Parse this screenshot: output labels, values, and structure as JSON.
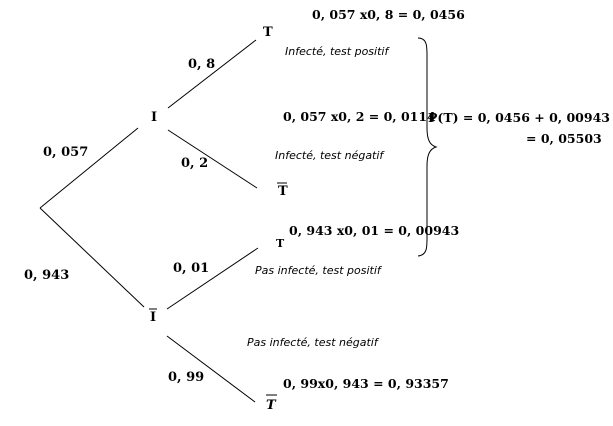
{
  "tree": {
    "probabilities": {
      "p_I": "0, 057",
      "p_notI": "0, 943",
      "p_T_given_I": "0, 8",
      "p_notT_given_I": "0, 2",
      "p_T_given_notI": "0, 01",
      "p_notT_given_notI": "0, 99"
    },
    "nodes": {
      "I": "I",
      "notI": "I",
      "T1": "T",
      "notT1": "T",
      "T2": "T",
      "notT2": "T"
    },
    "outcomes": {
      "o1": "Infecté, test positif",
      "o2": "Infecté, test négatif",
      "o3": "Pas infecté, test positif",
      "o4": "Pas infecté, test négatif"
    },
    "calculations": {
      "c1": "0, 057 x0, 8 = 0, 0456",
      "c2": "0, 057 x0, 2 = 0, 0114",
      "c3": "0, 943 x0, 01 = 0, 00943",
      "c4": "0, 99x0, 943 = 0, 93357"
    },
    "total": {
      "line1": "P(T) = 0, 0456 + 0, 00943",
      "line2": "= 0, 05503"
    }
  }
}
